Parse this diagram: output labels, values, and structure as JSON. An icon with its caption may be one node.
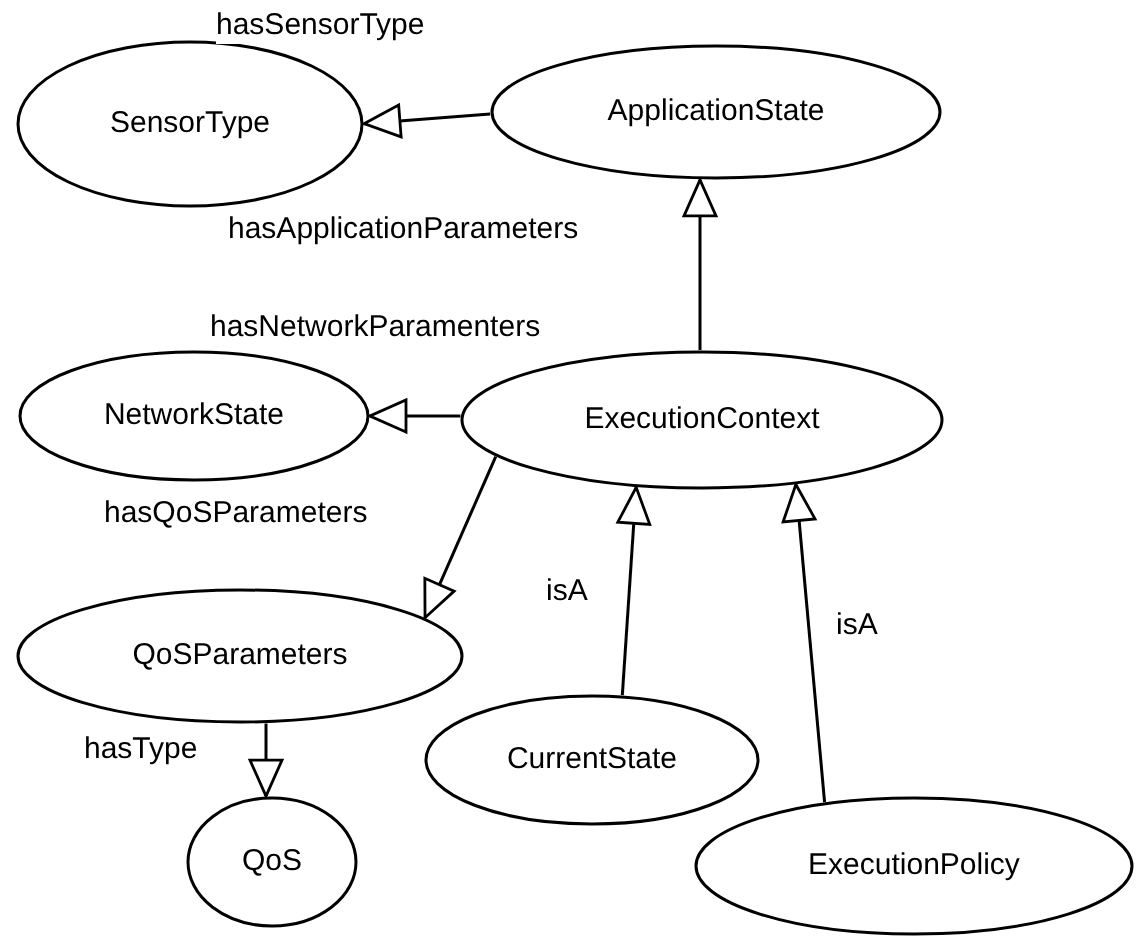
{
  "diagram": {
    "nodes": [
      {
        "text": [
          "SensorType"
        ]
      },
      {
        "text": [
          "ApplicationState"
        ]
      },
      {
        "text": [
          "NetworkState"
        ]
      },
      {
        "text": [
          "ExecutionContext"
        ]
      },
      {
        "text": [
          "QoSParameters"
        ]
      },
      {
        "text": [
          "CurrentState"
        ]
      },
      {
        "text": [
          "QoS"
        ]
      },
      {
        "text": [
          "ExecutionPolicy"
        ]
      }
    ],
    "edges": [
      {
        "from": 1,
        "to": 0,
        "arrow": "to",
        "label": "hasSensorType"
      },
      {
        "from": 3,
        "to": 1,
        "arrow": "to",
        "label": "hasApplicationParameters"
      },
      {
        "from": 3,
        "to": 2,
        "arrow": "to",
        "label": "hasNetworkParamenters"
      },
      {
        "from": 3,
        "to": 4,
        "arrow": "to",
        "label": "hasQoSParameters"
      },
      {
        "from": 4,
        "to": 6,
        "arrow": "to",
        "label": "hasType"
      },
      {
        "from": 5,
        "to": 3,
        "arrow": "to",
        "label": "isA"
      },
      {
        "from": 7,
        "to": 3,
        "arrow": "to",
        "label": "isA"
      }
    ]
  }
}
